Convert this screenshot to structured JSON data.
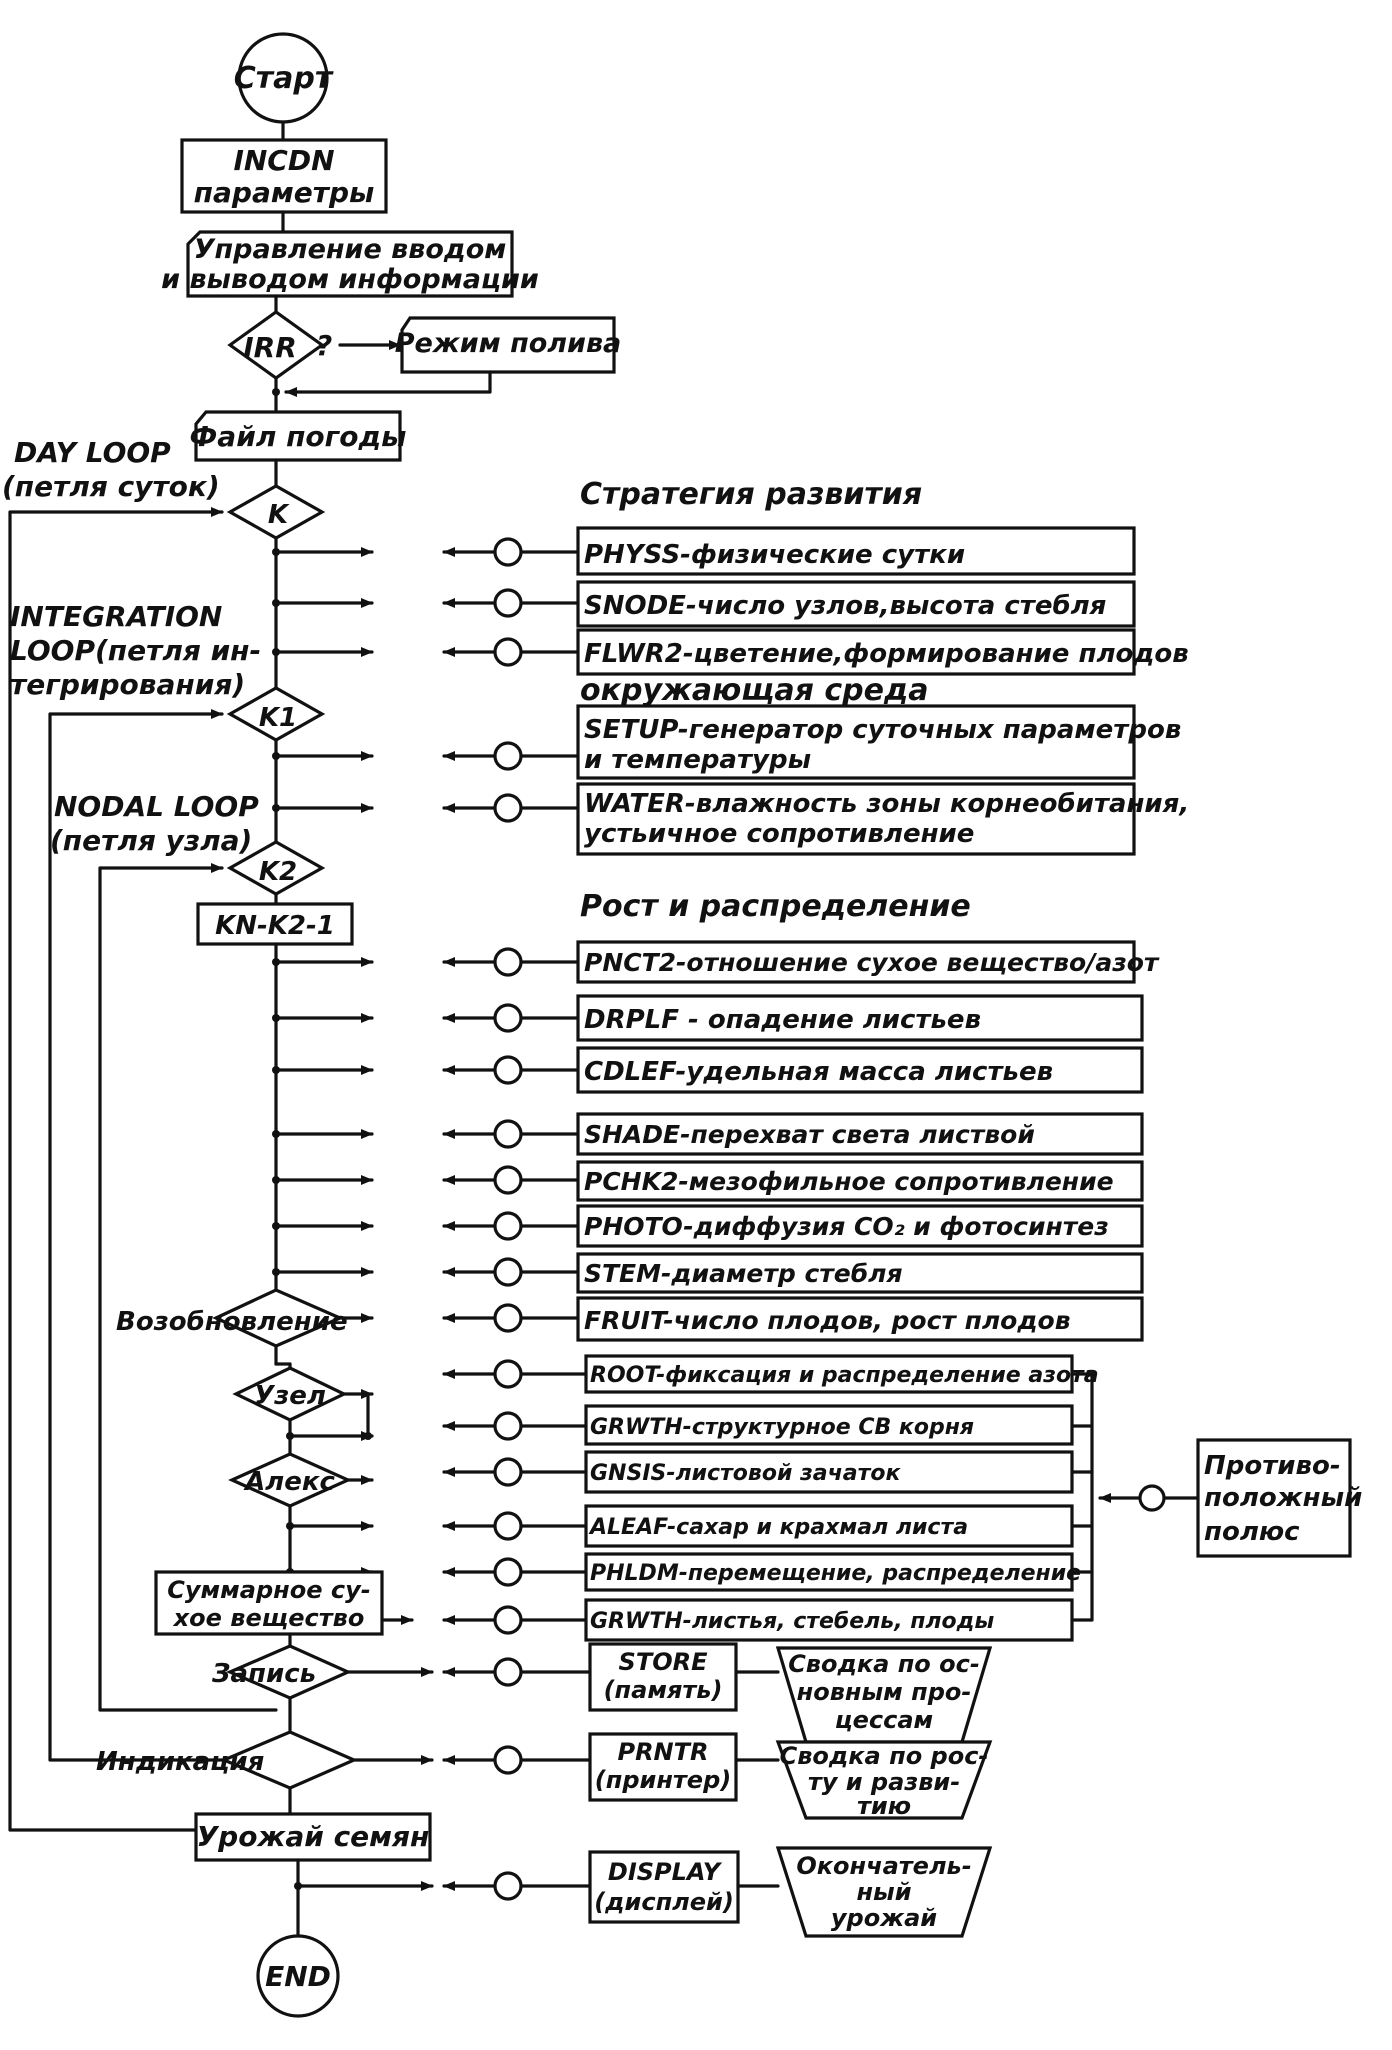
{
  "start": {
    "label": "Старт"
  },
  "incdn": {
    "line1": "INCDN",
    "line2": "параметры"
  },
  "io_control": {
    "line1": "Управление вводом",
    "line2": "и выводом информации"
  },
  "irr": {
    "decision": "IRR",
    "question": "?",
    "mode": "Режим полива"
  },
  "weather": {
    "label": "Файл погоды"
  },
  "day_loop": {
    "line1": "DAY LOOP",
    "line2": "(петля суток)",
    "node": "K"
  },
  "integration_loop": {
    "line1": "INTEGRATION",
    "line2": "LOOP(петля ин-",
    "line3": "тегрирования)",
    "node": "K1"
  },
  "nodal_loop": {
    "line1": "NODAL LOOP",
    "line2": "(петля узла)",
    "node": "K2"
  },
  "kn_box": {
    "label": "KN-K2-1"
  },
  "sections": {
    "development": "Стратегия развития",
    "environment": "окружающая среда",
    "growth": "Рост и распределение"
  },
  "modules": {
    "physs": "PHYSS-физические сутки",
    "snode": "SNODE-число узлов,высота стебля",
    "flwr2": "FLWR2-цветение,формирование плодов",
    "setup1": "SETUP-генератор суточных параметров",
    "setup2": "и температуры",
    "water1": "WATER-влажность зоны корнеобитания,",
    "water2": "устьичное сопротивление",
    "pnct2": "PNCT2-отношение сухое вещество/азот",
    "drplf": "DRPLF - опадение листьев",
    "cdlef": "CDLEF-удельная масса листьев",
    "shade": "SHADE-перехват света листвой",
    "pchk2": "PCHK2-мезофильное сопротивление",
    "photo": "PHOTO-диффузия CO₂ и фотосинтез",
    "stem": "STEM-диаметр стебля",
    "fruit": "FRUIT-число плодов, рост плодов",
    "root": "ROOT-фиксация и распределение азота",
    "grwth_root": "GRWTH-структурное СВ корня",
    "gnsis": "GNSIS-листовой зачаток",
    "aleaf": "ALEAF-сахар и крахмал листа",
    "phldm": "PHLDM-перемещение, распределение",
    "grwth_leaf": "GRWTH-листья, стебель, плоды"
  },
  "decisions": {
    "renewal": "Возобновление",
    "node": "Узел",
    "alex": "Алекс",
    "record": "Запись",
    "indication": "Индикация"
  },
  "total_dry": {
    "line1": "Суммарное су-",
    "line2": "хое вещество"
  },
  "opposite_pole": {
    "line1": "Противо-",
    "line2": "положный",
    "line3": "полюс"
  },
  "store": {
    "line1": "STORE",
    "line2": "(память)"
  },
  "store_out": {
    "line1": "Сводка по ос-",
    "line2": "новным про-",
    "line3": "цессам"
  },
  "prntr": {
    "line1": "PRNTR",
    "line2": "(принтер)"
  },
  "prntr_out": {
    "line1": "Сводка по рос-",
    "line2": "ту и разви-",
    "line3": "тию"
  },
  "display": {
    "line1": "DISPLAY",
    "line2": "(дисплей)"
  },
  "display_out": {
    "line1": "Окончатель-",
    "line2": "ный",
    "line3": "урожай"
  },
  "yield": {
    "label": "Урожай семян"
  },
  "end": {
    "label": "END"
  }
}
